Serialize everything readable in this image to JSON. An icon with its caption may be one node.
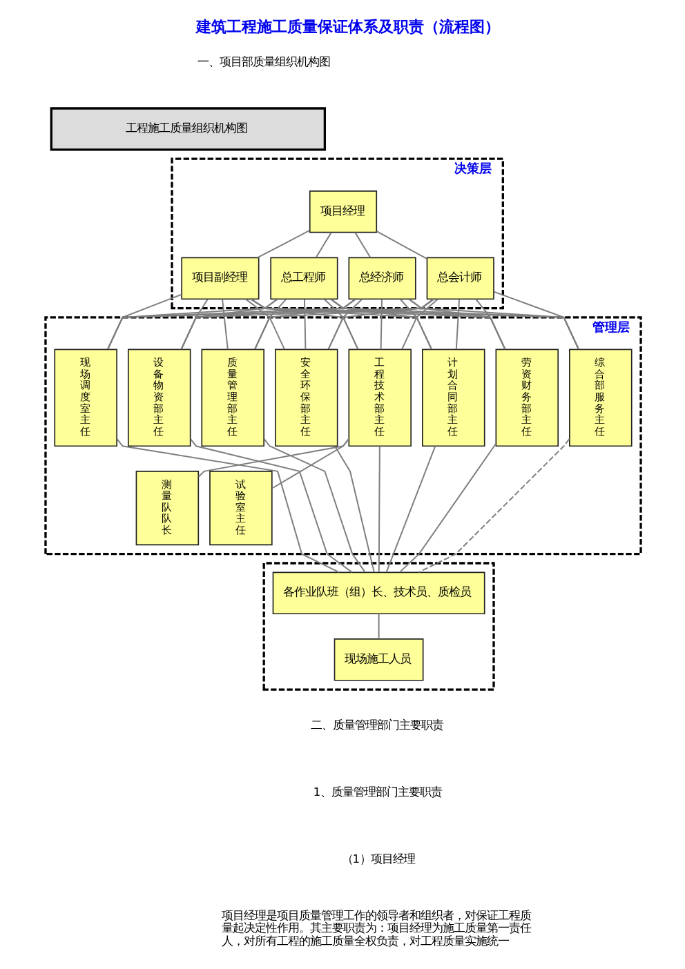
{
  "diagram": {
    "title": "建筑工程施工质量保证体系及职责（流程图）",
    "nodes": [
      {
        "text": [
          "工程施工质量组织机构图"
        ]
      },
      {
        "text": [
          "决策层"
        ]
      },
      {
        "text": [
          "项目经理"
        ],
        "in": 1
      },
      {
        "text": [
          "项目副经理"
        ],
        "in": 1
      },
      {
        "text": [
          "总工程师"
        ],
        "in": 1
      },
      {
        "text": [
          "总经济师"
        ],
        "in": 1
      },
      {
        "text": [
          "总会计师"
        ],
        "in": 1
      },
      {
        "text": [
          "管理层"
        ]
      },
      {
        "text": [
          "现场调度室主任"
        ],
        "in": 7
      },
      {
        "text": [
          "设备物资部主任"
        ],
        "in": 7
      },
      {
        "text": [
          "质量管理部主任"
        ],
        "in": 7
      },
      {
        "text": [
          "安全环保部主任"
        ],
        "in": 7
      },
      {
        "text": [
          "工程技术部主任"
        ],
        "in": 7
      },
      {
        "text": [
          "计划合同部主任"
        ],
        "in": 7
      },
      {
        "text": [
          "劳资财务部主任"
        ],
        "in": 7
      },
      {
        "text": [
          "综合部服务主任"
        ],
        "in": 7
      },
      {
        "text": [
          "测量队队长"
        ],
        "in": 7
      },
      {
        "text": [
          "试验室主任"
        ],
        "in": 7
      },
      {
        "text": [],
        "shape": "box"
      },
      {
        "text": [
          "各作业队班（组）长、技术员、质检员"
        ],
        "in": 18
      },
      {
        "text": [
          "现场施工人员"
        ],
        "in": 18
      }
    ],
    "edges": [
      {
        "from": 2,
        "to": 3,
        "arrow": "none"
      },
      {
        "from": 2,
        "to": 4,
        "arrow": "none"
      },
      {
        "from": 2,
        "to": 5,
        "arrow": "none"
      },
      {
        "from": 2,
        "to": 6,
        "arrow": "none"
      },
      {
        "from": 3,
        "to": 8,
        "arrow": "none"
      },
      {
        "from": 3,
        "to": 9,
        "arrow": "none"
      },
      {
        "from": 3,
        "to": 10,
        "arrow": "none"
      },
      {
        "from": 3,
        "to": 11,
        "arrow": "none"
      },
      {
        "from": 3,
        "to": 12,
        "arrow": "none"
      },
      {
        "from": 3,
        "to": 13,
        "arrow": "none"
      },
      {
        "from": 3,
        "to": 14,
        "arrow": "none"
      },
      {
        "from": 3,
        "to": 15,
        "arrow": "none"
      },
      {
        "from": 4,
        "to": 8,
        "arrow": "none"
      },
      {
        "from": 4,
        "to": 9,
        "arrow": "none"
      },
      {
        "from": 4,
        "to": 10,
        "arrow": "none"
      },
      {
        "from": 4,
        "to": 11,
        "arrow": "none"
      },
      {
        "from": 4,
        "to": 12,
        "arrow": "none"
      },
      {
        "from": 4,
        "to": 13,
        "arrow": "none"
      },
      {
        "from": 4,
        "to": 14,
        "arrow": "none"
      },
      {
        "from": 4,
        "to": 15,
        "arrow": "none"
      },
      {
        "from": 5,
        "to": 8,
        "arrow": "none"
      },
      {
        "from": 5,
        "to": 9,
        "arrow": "none"
      },
      {
        "from": 5,
        "to": 10,
        "arrow": "none"
      },
      {
        "from": 5,
        "to": 11,
        "arrow": "none"
      },
      {
        "from": 5,
        "to": 12,
        "arrow": "none"
      },
      {
        "from": 5,
        "to": 13,
        "arrow": "none"
      },
      {
        "from": 5,
        "to": 14,
        "arrow": "none"
      },
      {
        "from": 5,
        "to": 15,
        "arrow": "none"
      },
      {
        "from": 6,
        "to": 8,
        "arrow": "none"
      },
      {
        "from": 6,
        "to": 9,
        "arrow": "none"
      },
      {
        "from": 6,
        "to": 10,
        "arrow": "none"
      },
      {
        "from": 6,
        "to": 11,
        "arrow": "none"
      },
      {
        "from": 6,
        "to": 12,
        "arrow": "none"
      },
      {
        "from": 6,
        "to": 13,
        "arrow": "none"
      },
      {
        "from": 6,
        "to": 14,
        "arrow": "none"
      },
      {
        "from": 6,
        "to": 15,
        "arrow": "none"
      },
      {
        "from": 12,
        "to": 16,
        "arrow": "none"
      },
      {
        "from": 12,
        "to": 17,
        "arrow": "none"
      },
      {
        "from": 8,
        "to": 19,
        "arrow": "none"
      },
      {
        "from": 9,
        "to": 19,
        "arrow": "none"
      },
      {
        "from": 10,
        "to": 19,
        "arrow": "none"
      },
      {
        "from": 11,
        "to": 19,
        "arrow": "none"
      },
      {
        "from": 12,
        "to": 19,
        "arrow": "none"
      },
      {
        "from": 13,
        "to": 19,
        "arrow": "none"
      },
      {
        "from": 14,
        "to": 19,
        "arrow": "none"
      },
      {
        "from": 15,
        "to": 19,
        "arrow": "none",
        "style": "dashed"
      },
      {
        "from": 19,
        "to": 20,
        "arrow": "none"
      }
    ],
    "labels": [
      "一、项目部质量组织机构图",
      "二、质量管理部门主要职责",
      "1、质量管理部门主要职责",
      "（1）项目经理",
      "项目经理是项目质量管理工作的领导者和组织者，对保证工程质量起决定性作用。其主要职责为：项目经理为施工质量第一责任人，对所有工程的施工质量全权负责，对工程质量实施统一"
    ]
  }
}
